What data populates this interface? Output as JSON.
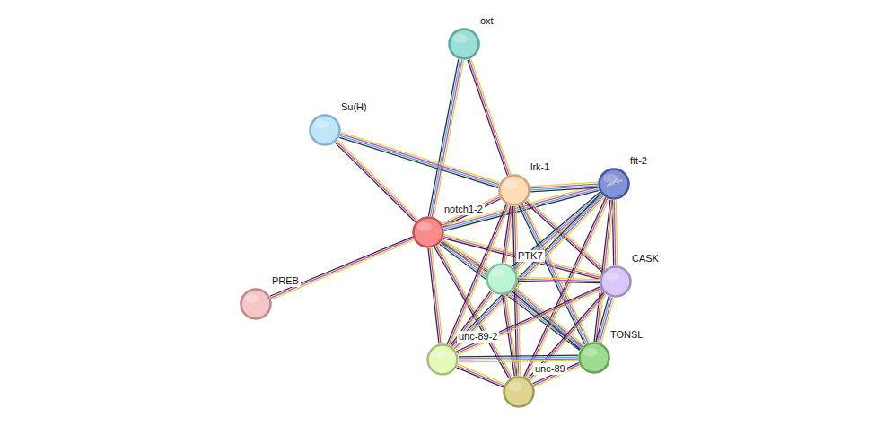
{
  "diagram": {
    "nodes": [
      {
        "text": [
          "oxt"
        ]
      },
      {
        "text": [
          "Su(H)"
        ]
      },
      {
        "text": [
          "lrk-1"
        ]
      },
      {
        "text": [
          "ftt-2"
        ]
      },
      {
        "text": [
          "notch1-2"
        ]
      },
      {
        "text": [
          "PREB"
        ]
      },
      {
        "text": [
          "PTK7"
        ]
      },
      {
        "text": [
          "CASK"
        ]
      },
      {
        "text": [
          "TONSL"
        ]
      },
      {
        "text": [
          "unc-89-2"
        ]
      },
      {
        "text": [
          "unc-89"
        ]
      }
    ],
    "edges": [
      {
        "from": 0,
        "to": 4,
        "arrow": "none"
      },
      {
        "from": 0,
        "to": 2,
        "arrow": "none"
      },
      {
        "from": 1,
        "to": 4,
        "arrow": "none"
      },
      {
        "from": 1,
        "to": 2,
        "arrow": "none"
      },
      {
        "from": 4,
        "to": 5,
        "arrow": "none"
      },
      {
        "from": 4,
        "to": 2,
        "arrow": "none"
      },
      {
        "from": 4,
        "to": 3,
        "arrow": "none"
      },
      {
        "from": 4,
        "to": 6,
        "arrow": "none"
      },
      {
        "from": 4,
        "to": 7,
        "arrow": "none"
      },
      {
        "from": 4,
        "to": 8,
        "arrow": "none"
      },
      {
        "from": 4,
        "to": 9,
        "arrow": "none"
      },
      {
        "from": 4,
        "to": 10,
        "arrow": "none"
      },
      {
        "from": 2,
        "to": 3,
        "arrow": "none"
      },
      {
        "from": 2,
        "to": 6,
        "arrow": "none"
      },
      {
        "from": 2,
        "to": 7,
        "arrow": "none"
      },
      {
        "from": 2,
        "to": 8,
        "arrow": "none"
      },
      {
        "from": 2,
        "to": 9,
        "arrow": "none"
      },
      {
        "from": 2,
        "to": 10,
        "arrow": "none"
      },
      {
        "from": 3,
        "to": 6,
        "arrow": "none"
      },
      {
        "from": 3,
        "to": 7,
        "arrow": "none"
      },
      {
        "from": 3,
        "to": 8,
        "arrow": "none"
      },
      {
        "from": 3,
        "to": 9,
        "arrow": "none"
      },
      {
        "from": 3,
        "to": 10,
        "arrow": "none"
      },
      {
        "from": 6,
        "to": 7,
        "arrow": "none"
      },
      {
        "from": 6,
        "to": 8,
        "arrow": "none"
      },
      {
        "from": 6,
        "to": 9,
        "arrow": "none"
      },
      {
        "from": 6,
        "to": 10,
        "arrow": "none"
      },
      {
        "from": 7,
        "to": 8,
        "arrow": "none"
      },
      {
        "from": 7,
        "to": 9,
        "arrow": "none"
      },
      {
        "from": 7,
        "to": 10,
        "arrow": "none"
      },
      {
        "from": 8,
        "to": 9,
        "arrow": "none"
      },
      {
        "from": 8,
        "to": 10,
        "arrow": "none"
      },
      {
        "from": 9,
        "to": 10,
        "arrow": "none"
      }
    ]
  }
}
